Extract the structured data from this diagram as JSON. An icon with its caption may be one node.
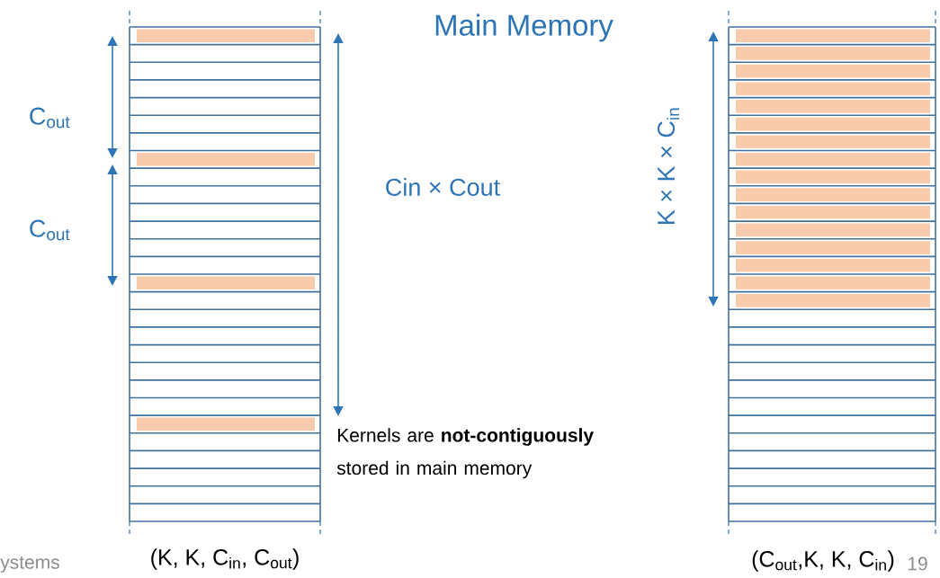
{
  "diagram": {
    "title": "Main Memory",
    "labels": [
      "C$_{out}$",
      "Cin × Cout",
      "C$_{out}$",
      "K × K × C$_{in}$",
      "Kernels are **not-contiguously** stored in main memory",
      "ystems",
      "(K, K, C$_{in}$, C$_{out}$)",
      "(C$_{out}$,K, K, C$_{in}$)",
      "19"
    ]
  }
}
